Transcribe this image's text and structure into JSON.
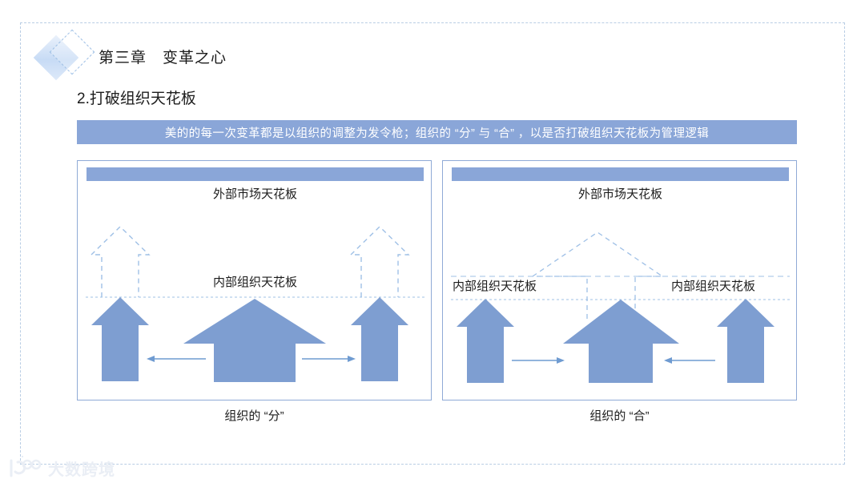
{
  "slide": {
    "chapter_title": "第三章　变革之心",
    "section_title": "2.打破组织天花板",
    "summary_banner": "美的的每一次变革都是以组织的调整为发令枪；组织的 “分” 与 “合” ，以是否打破组织天花板为管理逻辑",
    "accent_color": "#8aa6d8",
    "panel_border_color": "#8faad6",
    "arrow_fill_color": "#7e9ed1",
    "dashed_line_color": "#9fc0e6"
  },
  "panels": [
    {
      "id": "left",
      "caption": "组织的 “分”",
      "outer_ceiling_label": "外部市场天花板",
      "inner_ceiling_labels": [
        "内部组织天花板"
      ],
      "arrows": {
        "solid": [
          "up-left",
          "up-center-wide",
          "up-right"
        ],
        "dashed_outline": [
          "up-left-ghost",
          "up-right-ghost"
        ],
        "horizontal": [
          "left-pointing",
          "right-pointing"
        ]
      }
    },
    {
      "id": "right",
      "caption": "组织的 “合”",
      "outer_ceiling_label": "外部市场天花板",
      "inner_ceiling_labels": [
        "内部组织天花板",
        "内部组织天花板"
      ],
      "arrows": {
        "solid": [
          "up-left",
          "up-center-wide",
          "up-right"
        ],
        "dashed_outline": [
          "up-center-ghost-large"
        ],
        "horizontal": [
          "right-pointing",
          "left-pointing"
        ]
      }
    }
  ],
  "watermark": {
    "text": "大数跨境",
    "mark_name": "dashujingjing-logo"
  }
}
